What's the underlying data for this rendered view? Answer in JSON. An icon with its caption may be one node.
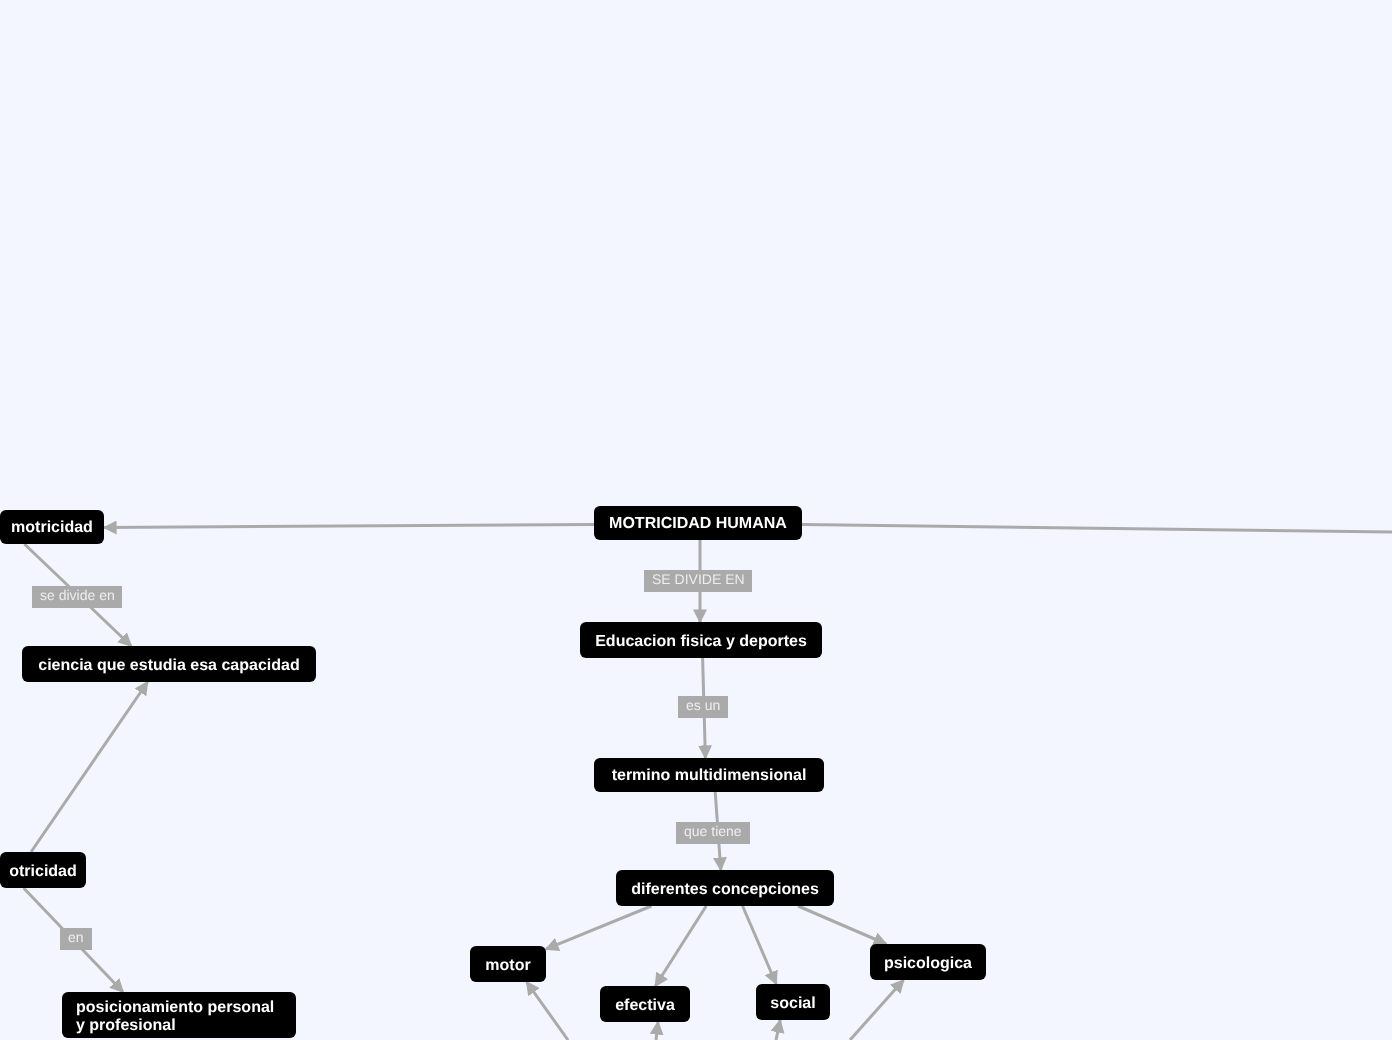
{
  "diagram": {
    "nodes": [
      {
        "text": [
          "MOTRICIDAD HUMANA"
        ]
      },
      {
        "text": [
          "motricidad"
        ]
      },
      {
        "text": [
          "ciencia que estudia esa capacidad"
        ]
      },
      {
        "text": [
          "otricidad"
        ]
      },
      {
        "text": [
          "posicionamiento personal y profesional"
        ]
      },
      {
        "text": [
          "Educacion fisica y deportes"
        ]
      },
      {
        "text": [
          "termino multidimensional"
        ]
      },
      {
        "text": [
          "diferentes concepciones"
        ]
      },
      {
        "text": [
          "motor"
        ]
      },
      {
        "text": [
          "efectiva"
        ]
      },
      {
        "text": [
          "social"
        ]
      },
      {
        "text": [
          "psicologica"
        ]
      }
    ],
    "edges": [
      {
        "from": 0,
        "to": 1,
        "arrow": "to"
      },
      {
        "from": 0,
        "to": null,
        "arrow": "none"
      },
      {
        "from": 0,
        "to": 5,
        "arrow": "to",
        "label": "SE DIVIDE EN"
      },
      {
        "from": 5,
        "to": 6,
        "arrow": "to",
        "label": "es un"
      },
      {
        "from": 6,
        "to": 7,
        "arrow": "to",
        "label": "que tiene"
      },
      {
        "from": 7,
        "to": 8,
        "arrow": "to"
      },
      {
        "from": 7,
        "to": 9,
        "arrow": "to"
      },
      {
        "from": 7,
        "to": 10,
        "arrow": "to"
      },
      {
        "from": 7,
        "to": 11,
        "arrow": "to"
      },
      {
        "from": null,
        "to": 8,
        "arrow": "to"
      },
      {
        "from": null,
        "to": 9,
        "arrow": "to"
      },
      {
        "from": null,
        "to": 10,
        "arrow": "to"
      },
      {
        "from": null,
        "to": 11,
        "arrow": "to"
      },
      {
        "from": 1,
        "to": 2,
        "arrow": "to",
        "label": "se divide en"
      },
      {
        "from": 3,
        "to": 2,
        "arrow": "to"
      },
      {
        "from": 3,
        "to": 4,
        "arrow": "to",
        "label": "en"
      }
    ]
  }
}
